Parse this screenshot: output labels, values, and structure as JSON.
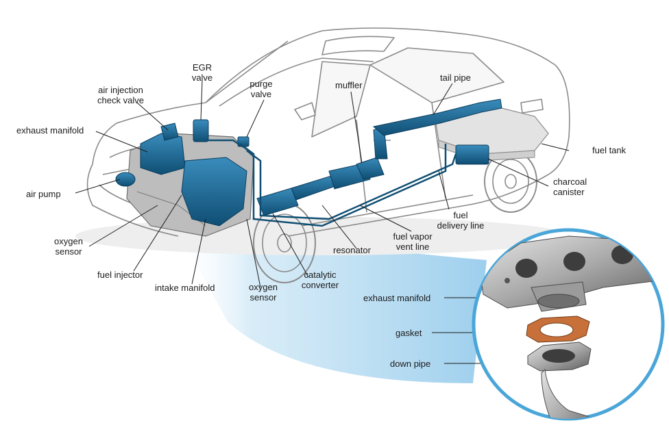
{
  "labels": {
    "egr_valve": [
      "EGR",
      "valve"
    ],
    "air_injection_check_valve": [
      "air injection",
      "check valve"
    ],
    "purge_valve": [
      "purge",
      "valve"
    ],
    "muffler": "muffler",
    "tail_pipe": "tail pipe",
    "exhaust_manifold": "exhaust manifold",
    "fuel_tank": "fuel tank",
    "air_pump": "air pump",
    "charcoal_canister": [
      "charcoal",
      "canister"
    ],
    "fuel_delivery_line": [
      "fuel",
      "delivery line"
    ],
    "oxygen_sensor_left": [
      "oxygen",
      "sensor"
    ],
    "fuel_vapor_vent_line": [
      "fuel vapor",
      "vent line"
    ],
    "resonator": "resonator",
    "fuel_injector": "fuel injector",
    "catalytic_converter": [
      "catalytic",
      "converter"
    ],
    "intake_manifold": "intake manifold",
    "oxygen_sensor_bottom": [
      "oxygen",
      "sensor"
    ]
  },
  "detail_labels": {
    "exhaust_manifold": "exhaust manifold",
    "gasket": "gasket",
    "down_pipe": "down pipe"
  },
  "colors": {
    "system_blue": "#1d6e9c",
    "outline": "#8c8c8c",
    "circle_border": "#4aa6d8",
    "callout_blue": "#6ab2e0",
    "gasket_orange": "#c8703a"
  }
}
